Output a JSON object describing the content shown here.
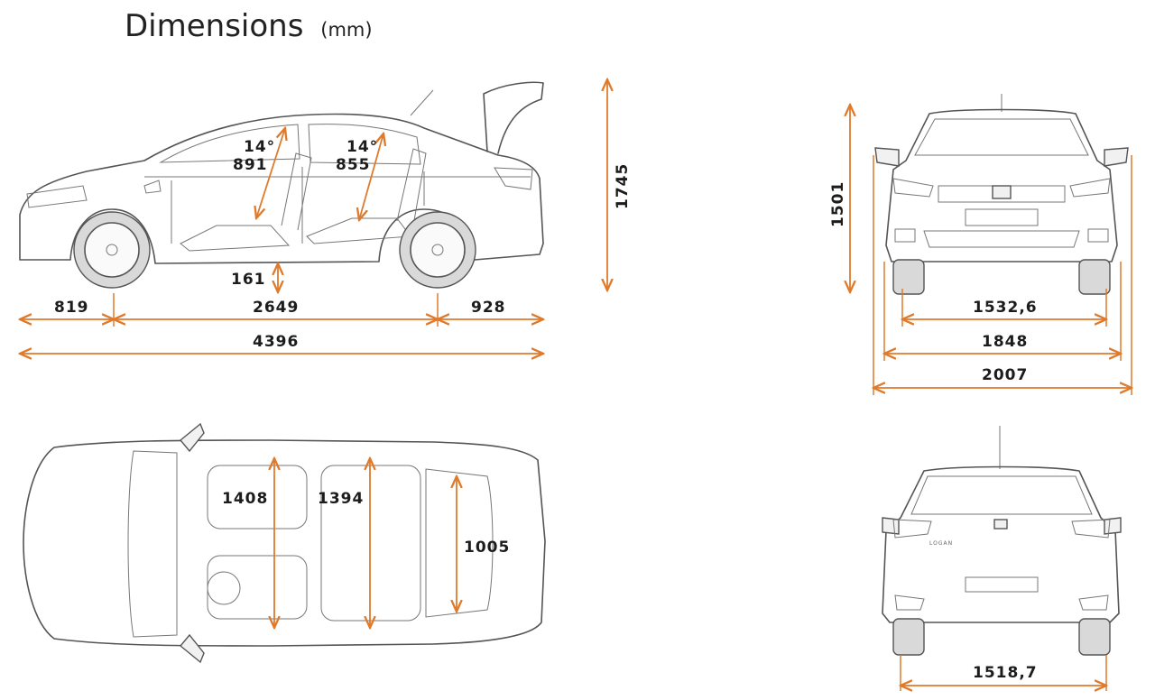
{
  "title": "Dimensions",
  "title_unit": "(mm)",
  "accent_color": "#e07a2b",
  "side_view": {
    "front_overhang": "819",
    "wheelbase": "2649",
    "rear_overhang": "928",
    "overall_length": "4396",
    "ground_clearance": "161",
    "overall_height": "1745",
    "front_seat_angle": "14°",
    "front_headroom": "891",
    "rear_seat_angle": "14°",
    "rear_headroom": "855"
  },
  "front_view": {
    "height": "1501",
    "front_track": "1532,6",
    "width_without_mirrors": "1848",
    "width_with_mirrors": "2007"
  },
  "top_view": {
    "front_elbow_width": "1408",
    "rear_elbow_width": "1394",
    "boot_width": "1005"
  },
  "rear_view": {
    "badge_text": "LOGAN",
    "rear_track": "1518,7"
  }
}
